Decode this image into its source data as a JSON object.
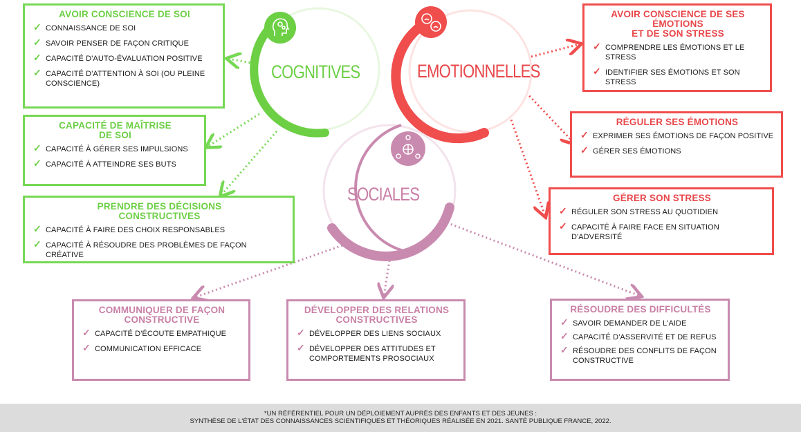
{
  "colors": {
    "cognitive": "#6ccf44",
    "emotional": "#e8474a",
    "social": "#c97fa6"
  },
  "circles": {
    "cognitive": {
      "label": "COGNITIVES",
      "icon": "head-gears-icon"
    },
    "emotional": {
      "label": "EMOTIONNELLES",
      "icon": "emotion-faces-icon"
    },
    "social": {
      "label": "SOCIALES",
      "icon": "network-people-icon"
    }
  },
  "boxes": {
    "self_awareness": {
      "title": "AVOIR CONSCIENCE DE SOI",
      "items": [
        "CONNAISSANCE DE SOI",
        "SAVOIR PENSER DE FAÇON CRITIQUE",
        "CAPACITÉ D'AUTO-ÉVALUATION POSITIVE",
        "CAPACITÉ D'ATTENTION À SOI (OU PLEINE CONSCIENCE)"
      ]
    },
    "self_control": {
      "title": "CAPACITÉ DE MAÎTRISE\nDE SOI",
      "items": [
        "CAPACITÉ À GÉRER SES IMPULSIONS",
        "CAPACITÉ À ATTEINDRE SES BUTS"
      ]
    },
    "decisions": {
      "title": "PRENDRE DES DÉCISIONS\nCONSTRUCTIVES",
      "items": [
        "CAPACITÉ À FAIRE DES CHOIX RESPONSABLES",
        "CAPACITÉ À RÉSOUDRE DES PROBLÈMES DE FAÇON CRÉATIVE"
      ]
    },
    "emotion_awareness": {
      "title": "AVOIR CONSCIENCE DE SES\nÉMOTIONS\nET DE SON STRESS",
      "items": [
        "COMPRENDRE LES ÉMOTIONS ET LE STRESS",
        "IDENTIFIER SES ÉMOTIONS ET SON STRESS"
      ]
    },
    "regulate_emotions": {
      "title": "RÉGULER SES ÉMOTIONS",
      "items": [
        "EXPRIMER SES ÉMOTIONS DE FAÇON POSITIVE",
        "GÉRER SES ÉMOTIONS"
      ]
    },
    "manage_stress": {
      "title": "GÉRER SON STRESS",
      "items": [
        "RÉGULER SON STRESS AU QUOTIDIEN",
        "CAPACITÉ À FAIRE FACE EN SITUATION D'ADVERSITÉ"
      ]
    },
    "communicate": {
      "title": "COMMUNIQUER DE FAÇON\nCONSTRUCTIVE",
      "items": [
        "CAPACITÉ D'ÉCOUTE EMPATHIQUE",
        "COMMUNICATION EFFICACE"
      ]
    },
    "relations": {
      "title": "DÉVELOPPER DES RELATIONS\nCONSTRUCTIVES",
      "items": [
        "DÉVELOPPER DES LIENS SOCIAUX",
        "DÉVELOPPER DES ATTITUDES ET COMPORTEMENTS PROSOCIAUX"
      ]
    },
    "difficulties": {
      "title": "RÉSOUDRE DES DIFFICULTÉS",
      "items": [
        "SAVOIR DEMANDER DE L'AIDE",
        "CAPACITÉ D'ASSERVITÉ ET DE REFUS",
        "RÉSOUDRE DES CONFLITS DE FAÇON CONSTRUCTIVE"
      ]
    }
  },
  "check_symbol": "✓",
  "footer": {
    "line1": "*UN RÉFÉRENTIEL POUR UN DÉPLOIEMENT AUPRÈS DES ENFANTS ET DES JEUNES :",
    "line2": "SYNTHÈSE DE L'ÉTAT DES CONNAISSANCES SCIENTIFIQUES ET THÉORIQUES RÉALISÉE EN 2021. SANTÉ PUBLIQUE FRANCE, 2022."
  }
}
